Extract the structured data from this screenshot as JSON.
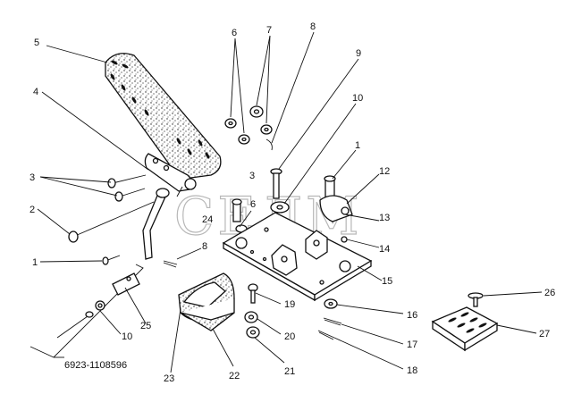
{
  "watermark": "СЕЛМ",
  "assembly_code": "6923-1108596",
  "callouts": [
    "5",
    "4",
    "3",
    "2",
    "1",
    "6",
    "7",
    "8",
    "9",
    "10",
    "1",
    "12",
    "13",
    "14",
    "15",
    "3",
    "6",
    "24",
    "8",
    "25",
    "10",
    "19",
    "20",
    "21",
    "22",
    "23",
    "16",
    "17",
    "18",
    "26",
    "27"
  ]
}
